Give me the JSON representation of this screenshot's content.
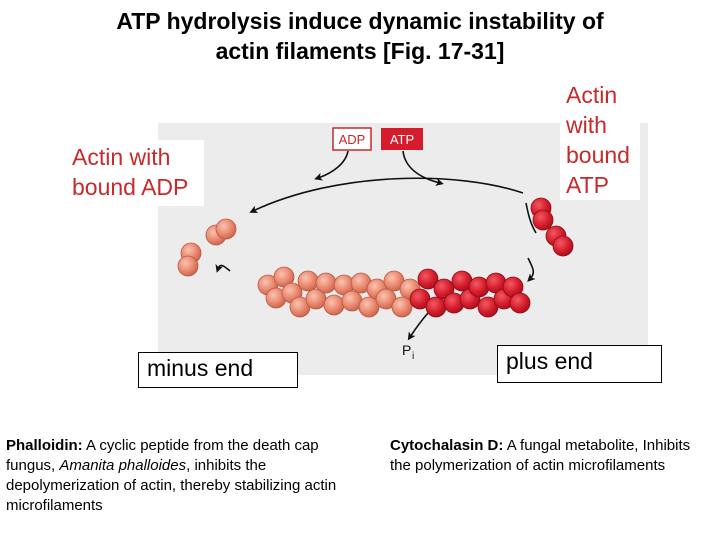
{
  "title": {
    "line1": "ATP hydrolysis induce dynamic instability of",
    "line2": "actin filaments [Fig. 17-31]"
  },
  "labels": {
    "adp_line1": "Actin with",
    "adp_line2": "bound ADP",
    "atp_line1": "Actin",
    "atp_line2": "with",
    "atp_line3": "bound",
    "atp_line4": "ATP",
    "minus_end": "minus end",
    "plus_end": "plus end"
  },
  "figure": {
    "adp_tag": "ADP",
    "atp_tag": "ATP",
    "pi_main": "P",
    "pi_sub": "i"
  },
  "notes": {
    "left": {
      "term": "Phalloidin:",
      "part1": " A cyclic peptide from the death cap fungus, ",
      "species": "Amanita phalloides",
      "part2": ", inhibits the depolymerization of actin, thereby stabilizing actin microfilaments"
    },
    "right": {
      "term": "Cytochalasin D:",
      "text": " A fungal metabolite, Inhibits the polymerization of actin microfilaments"
    }
  },
  "colors": {
    "adp_actin": "#e8866c",
    "atp_actin": "#d51c2c",
    "label_red": "#c62a2a"
  }
}
